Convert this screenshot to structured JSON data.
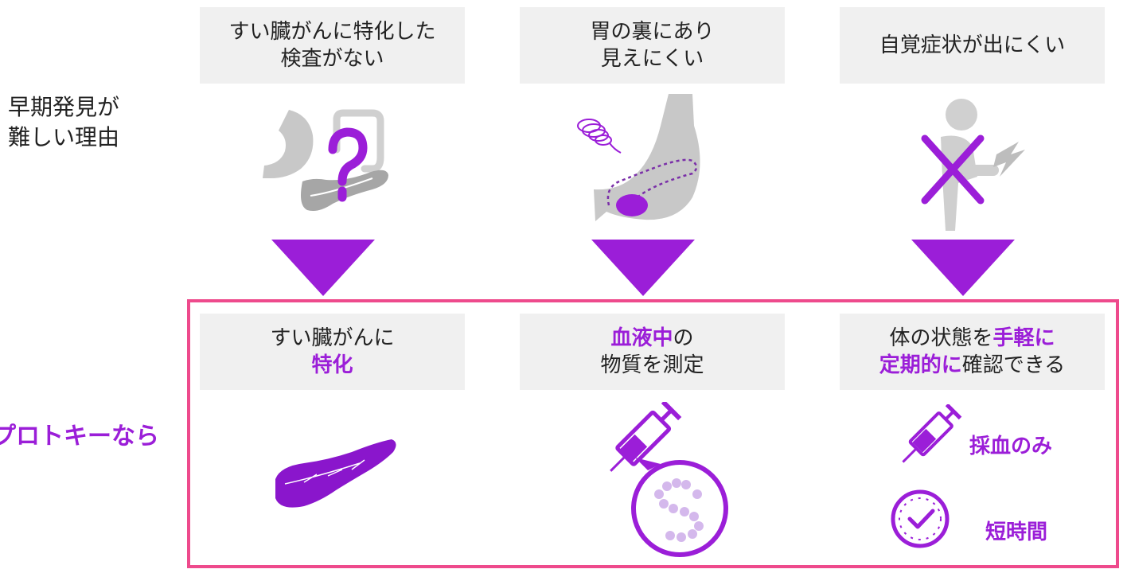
{
  "labels": {
    "reasons": [
      "早期発見が",
      "難しい理由"
    ],
    "product": "プロトキーなら"
  },
  "top_boxes": [
    {
      "lines": [
        "すい臓がんに特化した",
        "検査がない"
      ]
    },
    {
      "lines": [
        "胃の裏にあり",
        "見えにくい"
      ]
    },
    {
      "lines": [
        "自覚症状が出にくい"
      ]
    }
  ],
  "bottom_boxes": [
    {
      "lines": [
        [
          {
            "t": "すい臓がんに",
            "hl": false
          }
        ],
        [
          {
            "t": "特化",
            "hl": true
          }
        ]
      ]
    },
    {
      "lines": [
        [
          {
            "t": "血液中",
            "hl": true
          },
          {
            "t": "の",
            "hl": false
          }
        ],
        [
          {
            "t": "物質を測定",
            "hl": false
          }
        ]
      ]
    },
    {
      "lines": [
        [
          {
            "t": "体の状態を",
            "hl": false
          },
          {
            "t": "手軽に",
            "hl": true
          }
        ],
        [
          {
            "t": "定期的に",
            "hl": true
          },
          {
            "t": "確認できる",
            "hl": false
          }
        ]
      ]
    }
  ],
  "tags": {
    "blood_only": "採血のみ",
    "short_time": "短時間"
  },
  "icons": {
    "illustration_1": "stomach-intestine-question-icon",
    "illustration_2": "stomach-hidden-pancreas-icon",
    "illustration_3": "person-back-pain-crossed-icon",
    "illustration_4": "pancreas-icon",
    "illustration_5": "syringe-blood-magnify-icon",
    "illustration_6": "syringe-icon",
    "illustration_7": "clock-icon",
    "arrows": "down-triangle-icon"
  },
  "colors": {
    "accent": "#9b1ed8",
    "frame": "#ee4a8c",
    "box": "#f0f0f0",
    "illustration_grey": "#c8c8c8"
  }
}
